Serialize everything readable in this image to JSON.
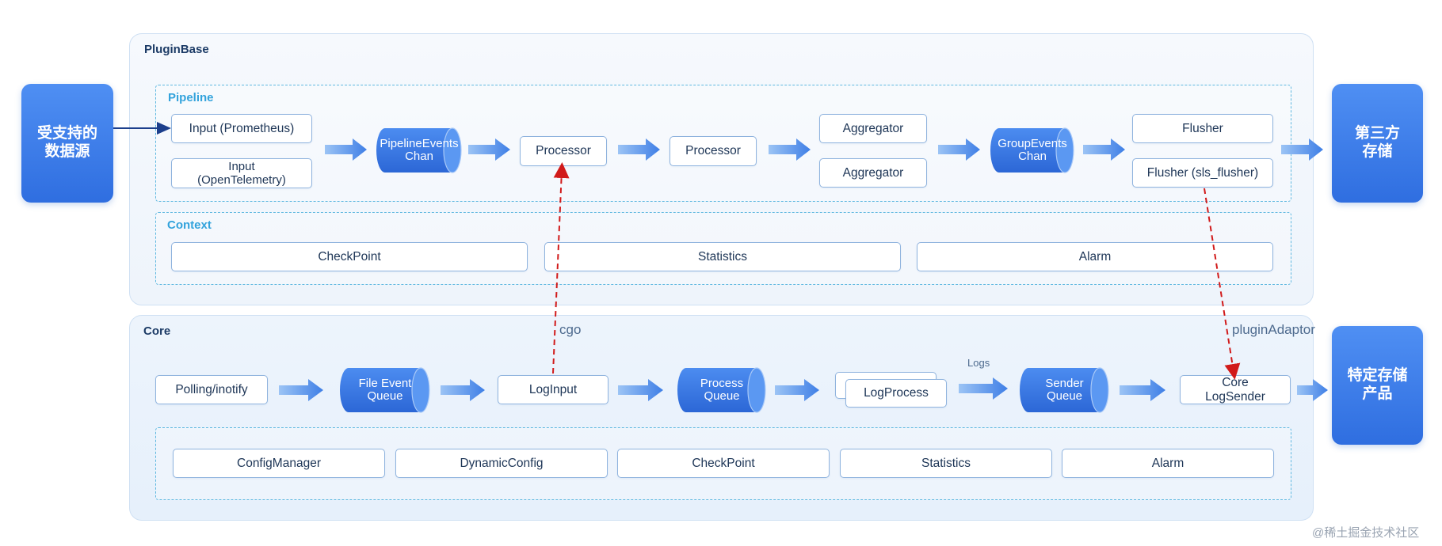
{
  "sources": {
    "label": "受支持的\n数据源"
  },
  "third_party": {
    "label": "第三方\n存储"
  },
  "specific_storage": {
    "label": "特定存储\n产品"
  },
  "plugin_base": {
    "title": "PluginBase",
    "pipeline": {
      "title": "Pipeline",
      "input_prometheus": "Input (Prometheus)",
      "input_opentelemetry": "Input\n(OpenTelemetry)",
      "pipeline_events_chan": "PipelineEvents\nChan",
      "processor_1": "Processor",
      "processor_2": "Processor",
      "aggregator_1": "Aggregator",
      "aggregator_2": "Aggregator",
      "group_events_chan": "GroupEvents\nChan",
      "flusher": "Flusher",
      "flusher_sls": "Flusher (sls_flusher)"
    },
    "context": {
      "title": "Context",
      "checkpoint": "CheckPoint",
      "statistics": "Statistics",
      "alarm": "Alarm"
    }
  },
  "core": {
    "title": "Core",
    "polling": "Polling/inotify",
    "file_event_queue": "File Event\nQueue",
    "log_input": "LogInput",
    "process_queue": "Process\nQueue",
    "log_process": "LogProcess",
    "logs_label": "Logs",
    "sender_queue": "Sender\nQueue",
    "core_log_sender": "Core\nLogSender",
    "config_manager": "ConfigManager",
    "dynamic_config": "DynamicConfig",
    "checkpoint": "CheckPoint",
    "statistics": "Statistics",
    "alarm": "Alarm"
  },
  "annotations": {
    "cgo": "cgo",
    "plugin_adaptor": "pluginAdaptor"
  },
  "watermark": "@稀土掘金技术社区",
  "colors": {
    "accent_blue": "#2f6ee0",
    "dashed_cyan": "#5fb8e0",
    "dashed_red": "#d11a1a"
  }
}
